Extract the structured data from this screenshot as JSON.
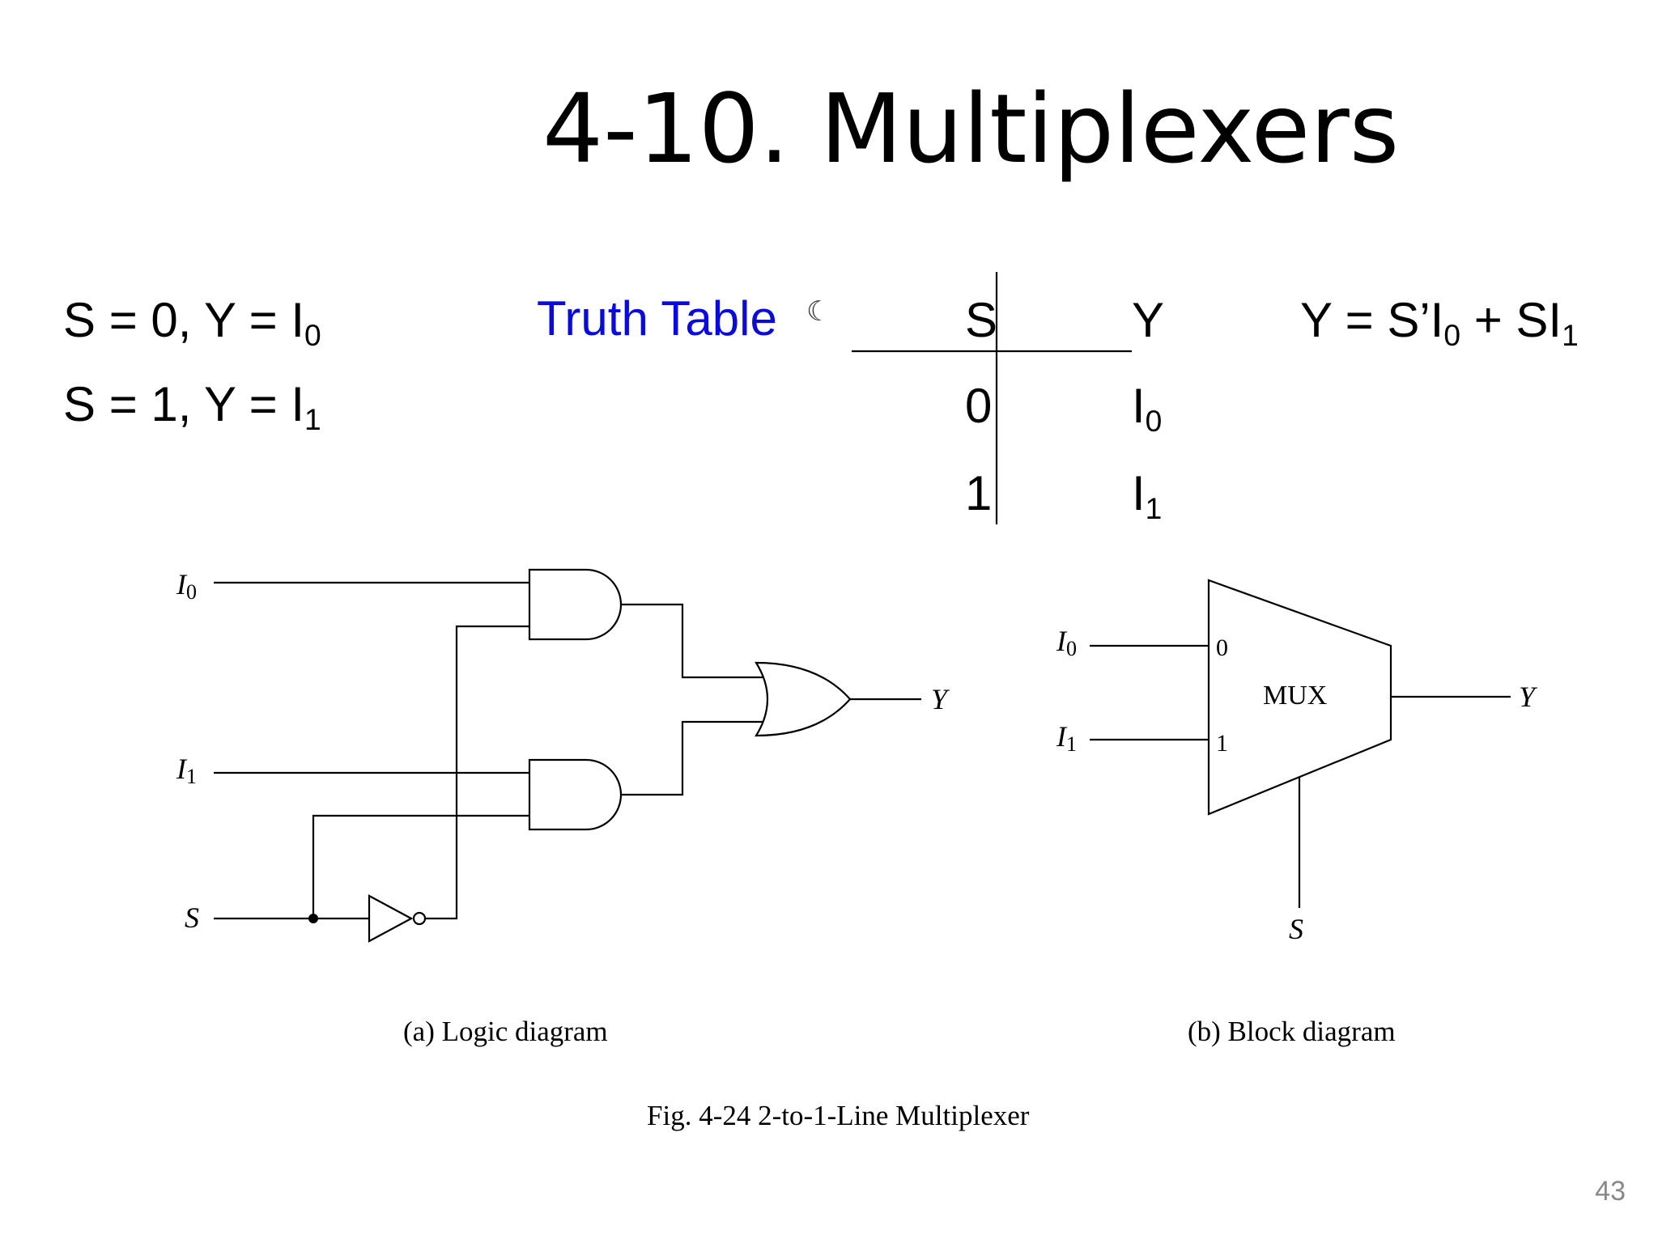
{
  "slide": {
    "title": "4-10. Multiplexers",
    "page_number": "43"
  },
  "statements": [
    {
      "lhs": "S = 0, Y = I",
      "sub": "0"
    },
    {
      "lhs": "S = 1, Y = I",
      "sub": "1"
    }
  ],
  "truth_table": {
    "label": "Truth Table",
    "moon_icon": "☾",
    "headers": [
      "S",
      "Y"
    ],
    "rows": [
      {
        "s": "0",
        "y": "I",
        "y_sub": "0"
      },
      {
        "s": "1",
        "y": "I",
        "y_sub": "1"
      }
    ]
  },
  "equation": {
    "part1": "Y = S’I",
    "sub1": "0",
    "part2": " + SI",
    "sub2": "1"
  },
  "figure": {
    "logic_diagram": {
      "caption": "(a) Logic diagram",
      "inputs": {
        "i0": "I",
        "i0_sub": "0",
        "i1": "I",
        "i1_sub": "1",
        "s": "S"
      },
      "output": "Y"
    },
    "block_diagram": {
      "caption": "(b) Block diagram",
      "box_label": "MUX",
      "inputs": {
        "i0": "I",
        "i0_sub": "0",
        "i1": "I",
        "i1_sub": "1",
        "s": "S"
      },
      "port0": "0",
      "port1": "1",
      "output": "Y"
    },
    "caption": "Fig. 4-24  2-to-1-Line Multiplexer"
  },
  "colors": {
    "truth_table_label": "#0b0bd9",
    "page_number": "#888888"
  }
}
